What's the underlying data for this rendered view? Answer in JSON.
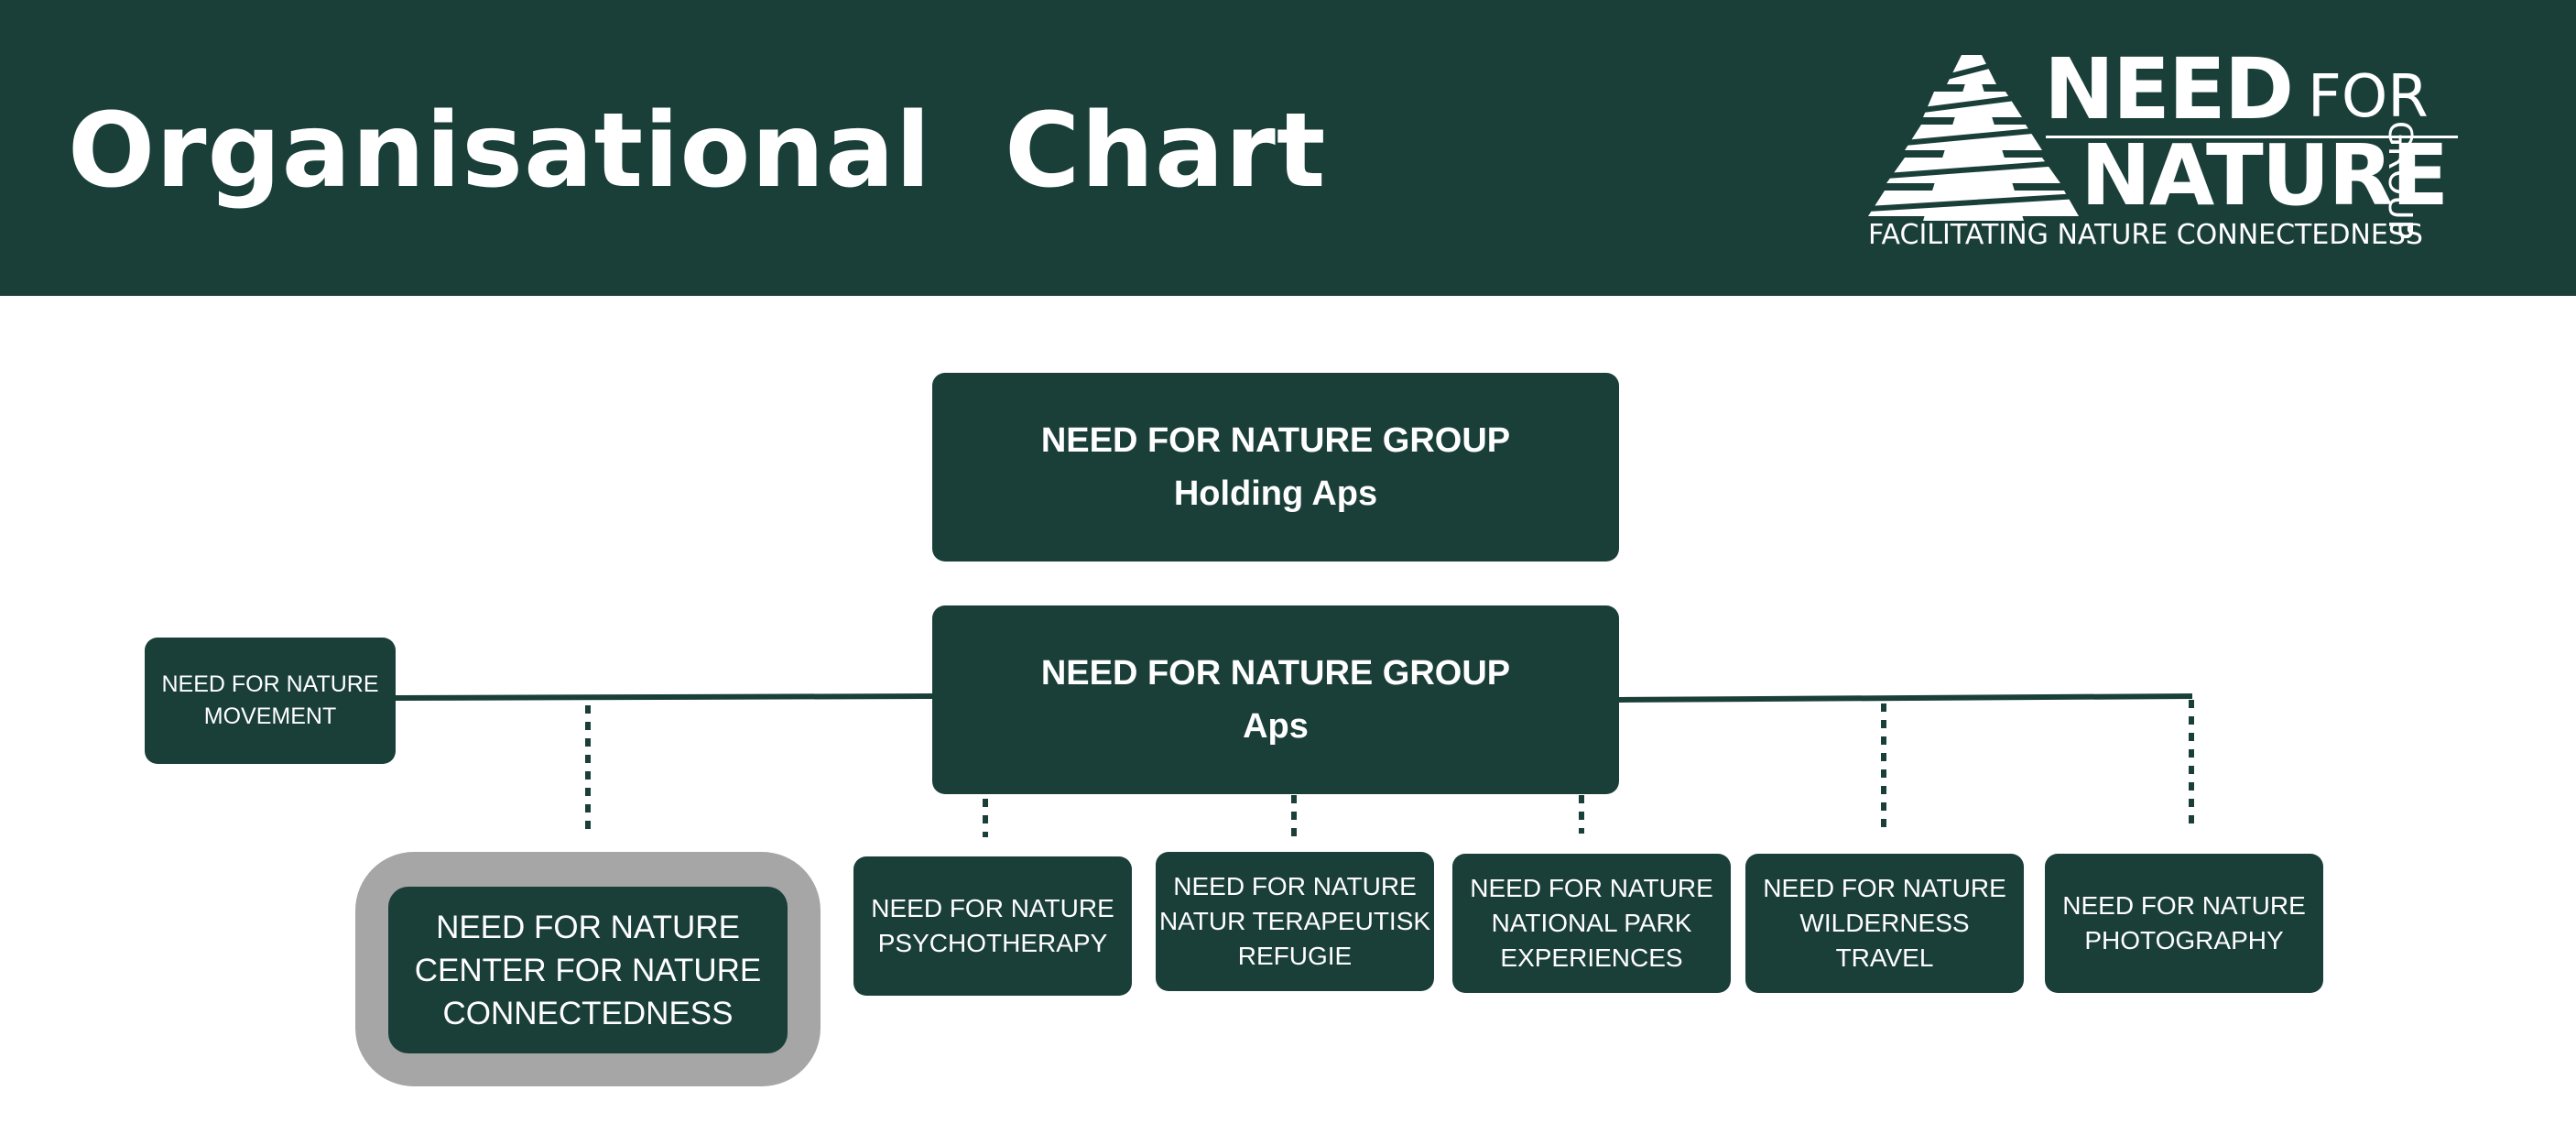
{
  "header": {
    "title": "Organisational  Chart",
    "background": "#1a3f39"
  },
  "logo": {
    "need": "NEED",
    "for": "FOR",
    "nature": "NATURE",
    "group": "GROUP",
    "tagline": "FACILITATING NATURE CONNECTEDNESS"
  },
  "colors": {
    "box": "#1a3f39",
    "text_on_box": "#ffffff",
    "highlight_ring": "#a6a6a6",
    "connector": "#1a3f39"
  },
  "nodes": {
    "holding": {
      "name": "NEED FOR NATURE GROUP",
      "type": "Holding Aps"
    },
    "group": {
      "name": "NEED FOR NATURE GROUP",
      "type": "Aps"
    },
    "movement": {
      "line1": "NEED FOR NATURE",
      "line2": "MOVEMENT"
    },
    "center": {
      "line1": "NEED FOR NATURE",
      "line2": "CENTER FOR NATURE",
      "line3": "CONNECTEDNESS"
    },
    "psychotherapy": {
      "line1": "NEED FOR NATURE",
      "line2": "PSYCHOTHERAPY"
    },
    "refugie": {
      "line1": "NEED FOR NATURE",
      "line2": "NATUR TERAPEUTISK",
      "line3": "REFUGIE"
    },
    "national_park": {
      "line1": "NEED FOR NATURE",
      "line2": "NATIONAL PARK",
      "line3": "EXPERIENCES"
    },
    "wilderness": {
      "line1": "NEED FOR NATURE",
      "line2": "WILDERNESS",
      "line3": "TRAVEL"
    },
    "photography": {
      "line1": "NEED FOR NATURE",
      "line2": "PHOTOGRAPHY"
    }
  }
}
